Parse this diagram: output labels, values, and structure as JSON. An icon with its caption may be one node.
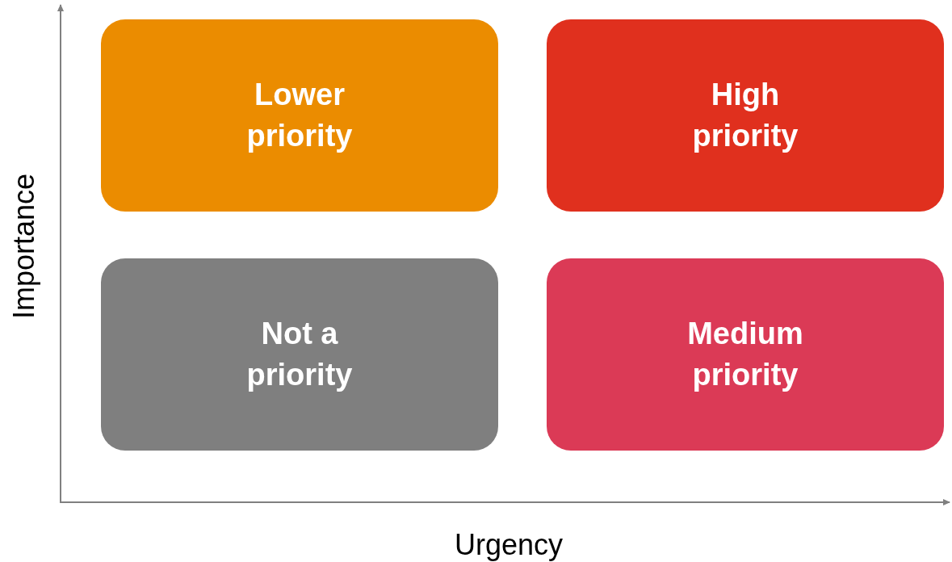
{
  "diagram": {
    "nodes": [
      {
        "text": [
          "Lower priority"
        ]
      },
      {
        "text": [
          "High priority"
        ]
      },
      {
        "text": [
          "Not a priority"
        ]
      },
      {
        "text": [
          "Medium priority"
        ]
      }
    ],
    "labels": [
      "Importance",
      "Urgency"
    ]
  }
}
